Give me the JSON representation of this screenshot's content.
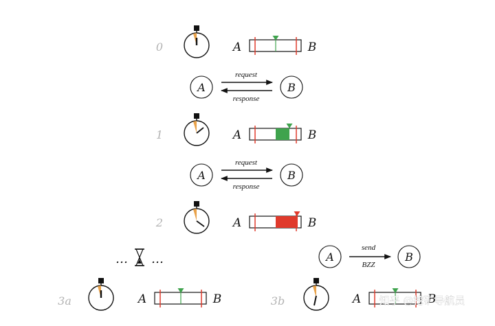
{
  "colors": {
    "ink": "#111111",
    "step_label": "#b3b3b3",
    "orange": "#e9a24a",
    "green": "#3fa34d",
    "red": "#e03a2c",
    "watermark": "#ffffff"
  },
  "steps": {
    "s0": "0",
    "s1": "1",
    "s2": "2",
    "s3a": "3a",
    "s3b": "3b"
  },
  "peers": {
    "a": "A",
    "b": "B"
  },
  "messages": {
    "request": "request",
    "response": "response",
    "send": "send",
    "bzz": "BZZ"
  },
  "ellipsis": "…",
  "watermark": "知乎 @挖矿导航员",
  "icons": {
    "clock": "stopwatch-icon",
    "hourglass": "hourglass-icon",
    "node": "peer-node-icon"
  },
  "balance_levels": {
    "row0": 0.5,
    "row1": 0.7,
    "row2": 0.95,
    "row3a": 0.5,
    "row3b": 0.5
  }
}
